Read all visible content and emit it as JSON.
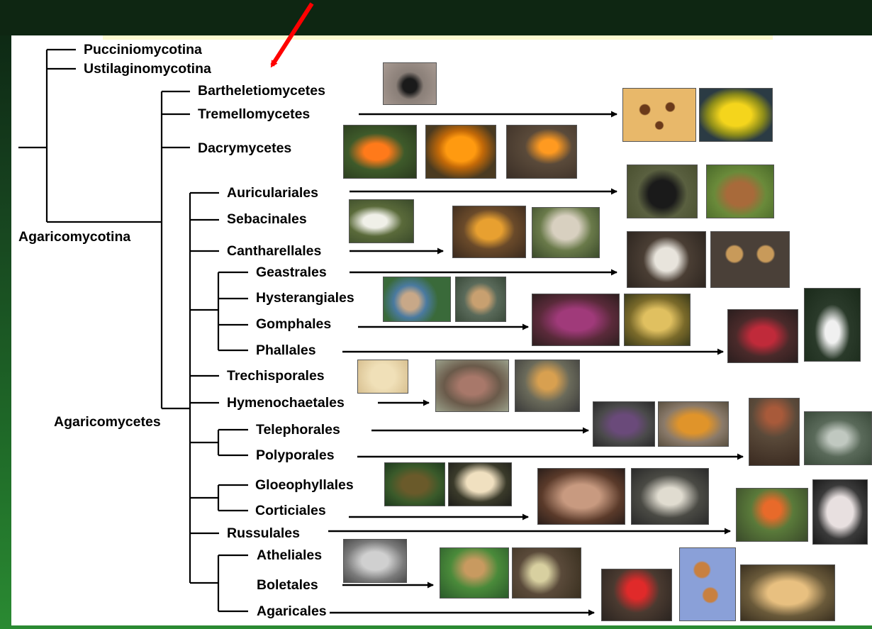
{
  "labels": {
    "pucciniomycotina": "Pucciniomycotina",
    "ustilaginomycotina": "Ustilaginomycotina",
    "agaricomycotina": "Agaricomycotina",
    "bartheletiomycetes": "Bartheletiomycetes",
    "tremellomycetes": "Tremellomycetes",
    "dacrymycetes": "Dacrymycetes",
    "agaricomycetes": "Agaricomycetes",
    "auriculariales": "Auriculariales",
    "sebacinales": "Sebacinales",
    "cantharellales": "Cantharellales",
    "geastrales": "Geastrales",
    "hysterangiales": "Hysterangiales",
    "gomphales": "Gomphales",
    "phallales": "Phallales",
    "trechisporales": "Trechisporales",
    "hymenochaetales": "Hymenochaetales",
    "telephorales": "Telephorales",
    "polyporales": "Polyporales",
    "gloeophyllales": "Gloeophyllales",
    "corticiales": "Corticiales",
    "russulales": "Russulales",
    "atheliales": "Atheliales",
    "boletales": "Boletales",
    "agaricales": "Agaricales"
  },
  "colors": {
    "background_gradient": [
      "#0c2412",
      "#2a8a32"
    ],
    "panel": "#ffffff",
    "lines": "#000000",
    "pointer_arrow": "#ff0000"
  }
}
